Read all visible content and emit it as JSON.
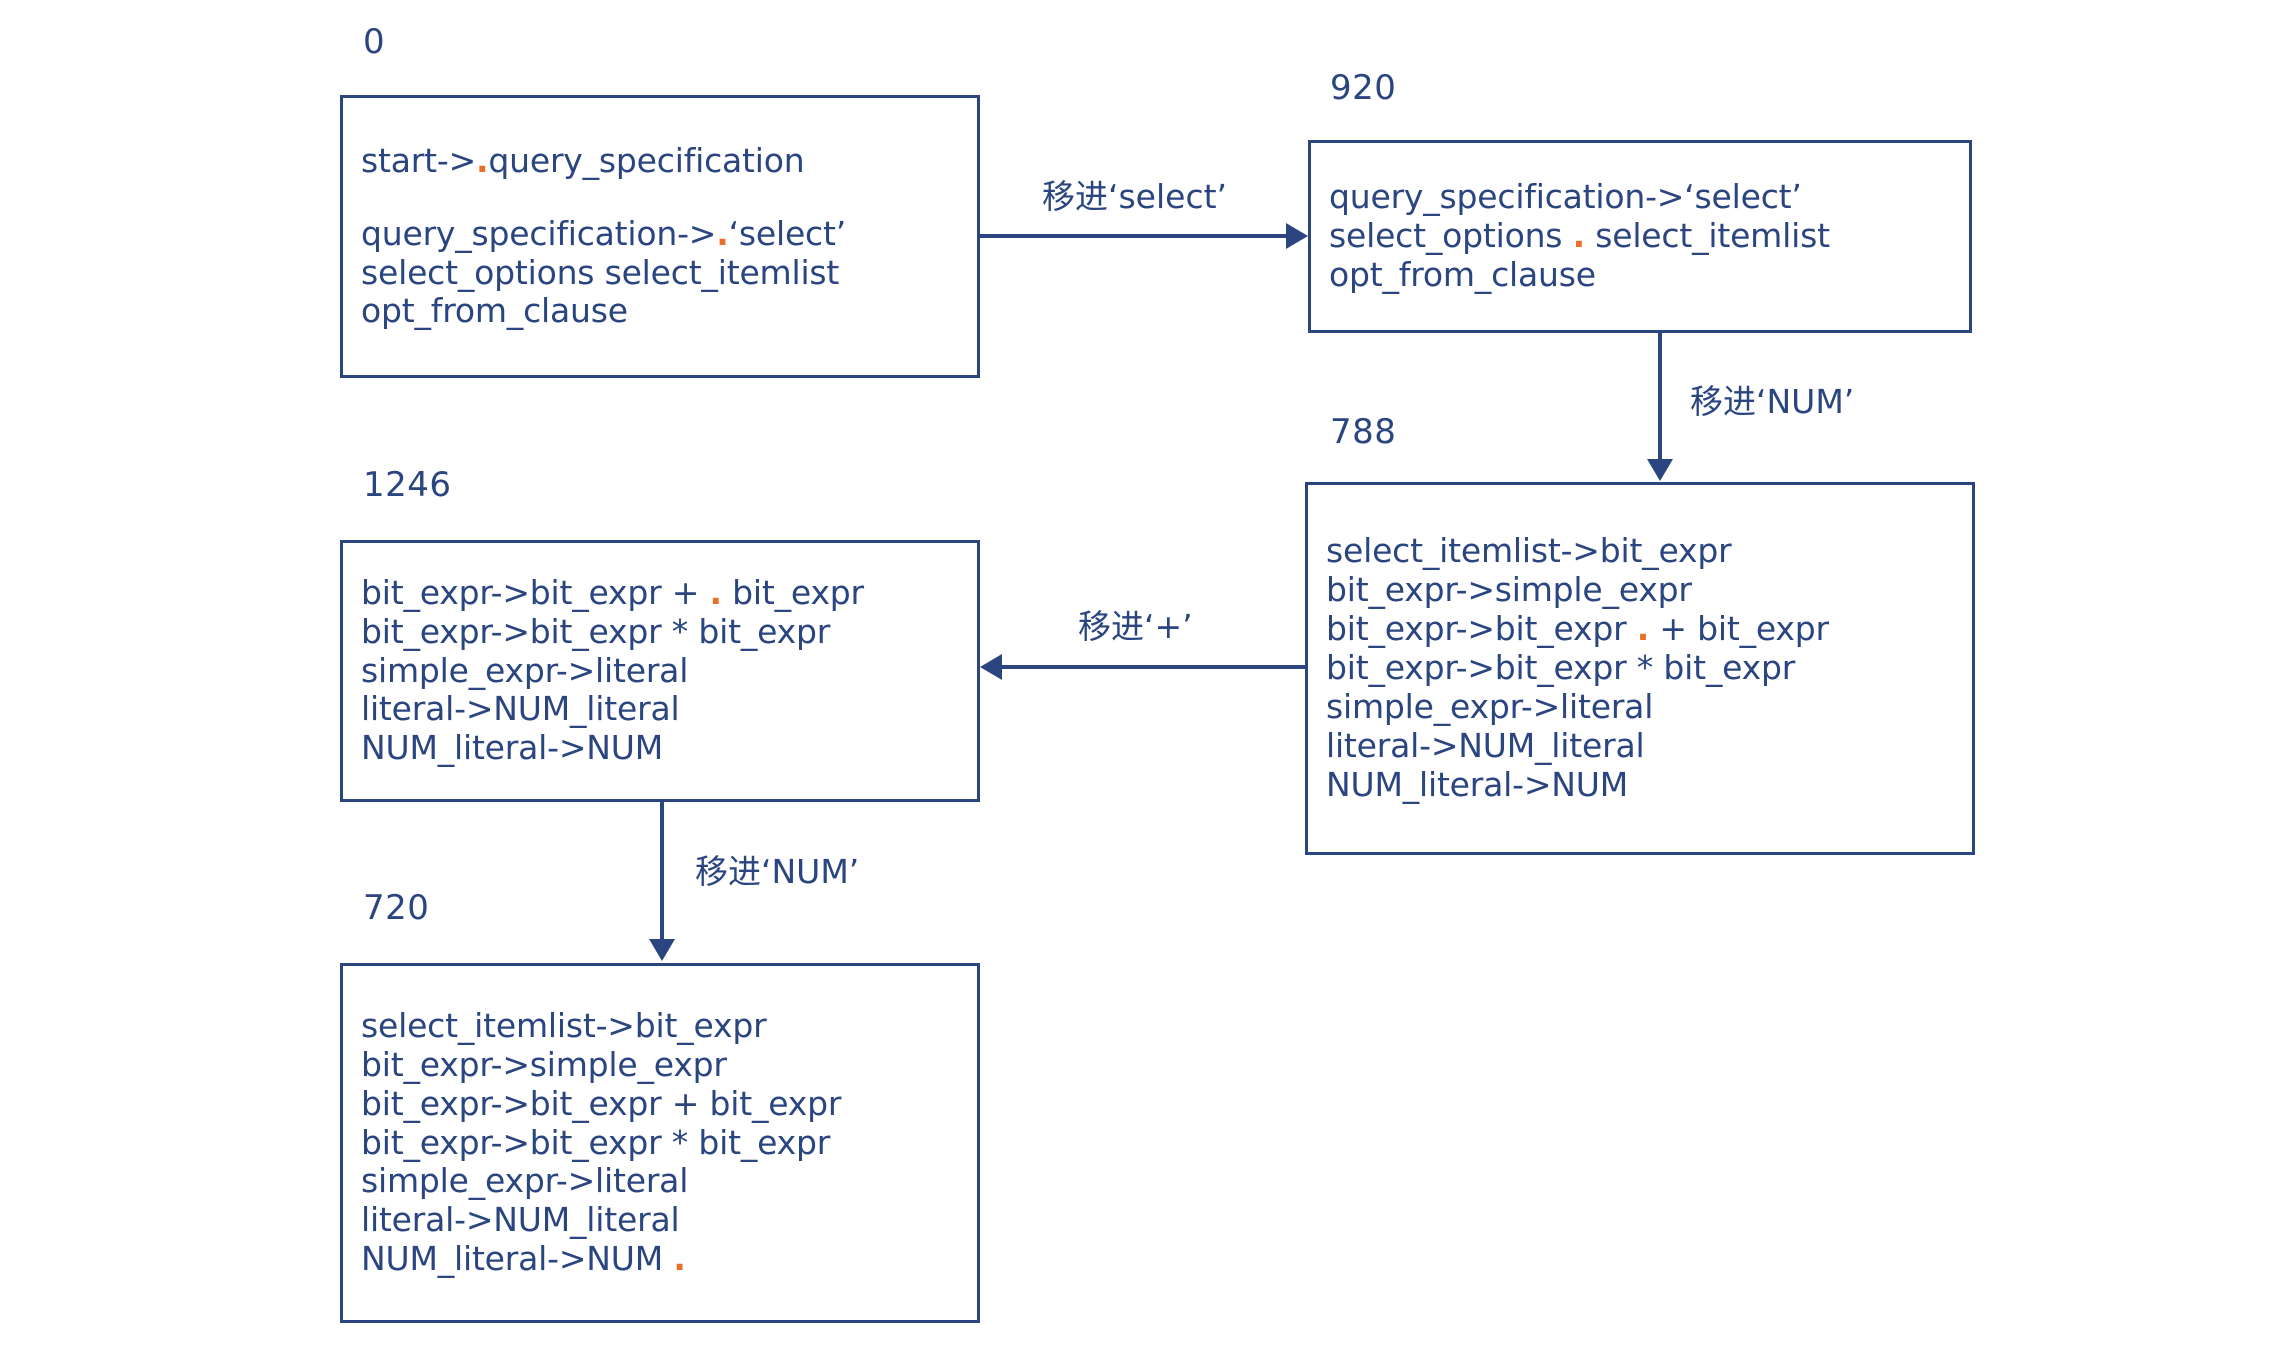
{
  "diagram": {
    "title": "LR parser state transition diagram",
    "colors": {
      "stroke": "#2A4580",
      "text": "#2A4580",
      "dot": "#E8702A",
      "background": "#FFFFFF"
    },
    "states": [
      {
        "id": "0",
        "label": "0",
        "lines": [
          {
            "text": "start->",
            "dot": ".",
            "after": "query_specification"
          },
          {
            "text": "",
            "dot": "",
            "after": "",
            "blank": true
          },
          {
            "text": "query_specification->",
            "dot": ".",
            "after": "‘select’"
          },
          {
            "text": "select_options select_itemlist",
            "dot": "",
            "after": ""
          },
          {
            "text": "opt_from_clause",
            "dot": "",
            "after": ""
          }
        ]
      },
      {
        "id": "920",
        "label": "920",
        "lines": [
          {
            "text": "query_specification->‘select’",
            "dot": "",
            "after": ""
          },
          {
            "text": "select_options ",
            "dot": ".",
            "after": " select_itemlist"
          },
          {
            "text": "opt_from_clause",
            "dot": "",
            "after": ""
          }
        ]
      },
      {
        "id": "788",
        "label": "788",
        "lines": [
          {
            "text": "select_itemlist->bit_expr",
            "dot": "",
            "after": ""
          },
          {
            "text": "bit_expr->simple_expr",
            "dot": "",
            "after": ""
          },
          {
            "text": "bit_expr->bit_expr ",
            "dot": ".",
            "after": " + bit_expr"
          },
          {
            "text": "bit_expr->bit_expr * bit_expr",
            "dot": "",
            "after": ""
          },
          {
            "text": "simple_expr->literal",
            "dot": "",
            "after": ""
          },
          {
            "text": "literal->NUM_literal",
            "dot": "",
            "after": ""
          },
          {
            "text": "NUM_literal->NUM",
            "dot": "",
            "after": ""
          }
        ]
      },
      {
        "id": "1246",
        "label": "1246",
        "lines": [
          {
            "text": "bit_expr->bit_expr + ",
            "dot": ".",
            "after": " bit_expr"
          },
          {
            "text": "bit_expr->bit_expr * bit_expr",
            "dot": "",
            "after": ""
          },
          {
            "text": "simple_expr->literal",
            "dot": "",
            "after": ""
          },
          {
            "text": "literal->NUM_literal",
            "dot": "",
            "after": ""
          },
          {
            "text": "NUM_literal->NUM",
            "dot": "",
            "after": ""
          }
        ]
      },
      {
        "id": "720",
        "label": "720",
        "lines": [
          {
            "text": "select_itemlist->bit_expr",
            "dot": "",
            "after": ""
          },
          {
            "text": "bit_expr->simple_expr",
            "dot": "",
            "after": ""
          },
          {
            "text": "bit_expr->bit_expr + bit_expr",
            "dot": "",
            "after": ""
          },
          {
            "text": "bit_expr->bit_expr * bit_expr",
            "dot": "",
            "after": ""
          },
          {
            "text": "simple_expr->literal",
            "dot": "",
            "after": ""
          },
          {
            "text": "literal->NUM_literal",
            "dot": "",
            "after": ""
          },
          {
            "text": "NUM_literal->NUM ",
            "dot": ".",
            "after": ""
          }
        ]
      }
    ],
    "edges": [
      {
        "from": "0",
        "to": "920",
        "label": "移进‘select’",
        "direction": "right"
      },
      {
        "from": "920",
        "to": "788",
        "label": "移进‘NUM’",
        "direction": "down"
      },
      {
        "from": "788",
        "to": "1246",
        "label": "移进‘+’",
        "direction": "left"
      },
      {
        "from": "1246",
        "to": "720",
        "label": "移进‘NUM’",
        "direction": "down"
      }
    ]
  }
}
